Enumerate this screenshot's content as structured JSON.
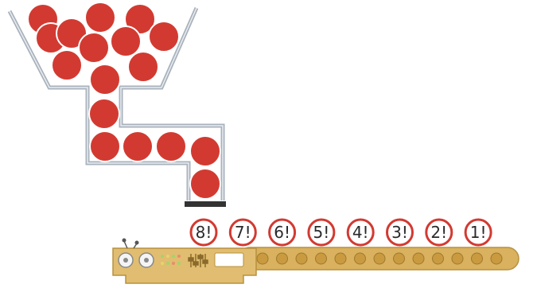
{
  "colors": {
    "ball": "#d23a31",
    "ball_edge": "#ffffff",
    "pipe": "#a9b2bc",
    "gate": "#333333",
    "belt": "#d9b15f",
    "belt_dark": "#b8913e",
    "roller": "#c99a3f",
    "panel": "#e0bd70",
    "screen": "#ffffff"
  },
  "factorial_labels": [
    "8!",
    "7!",
    "6!",
    "5!",
    "4!",
    "3!",
    "2!",
    "1!"
  ],
  "panel_indicators": [
    "tape-reel-icon",
    "tape-reel-icon",
    "led-grid-icon",
    "slider-icon",
    "display-screen-icon"
  ]
}
